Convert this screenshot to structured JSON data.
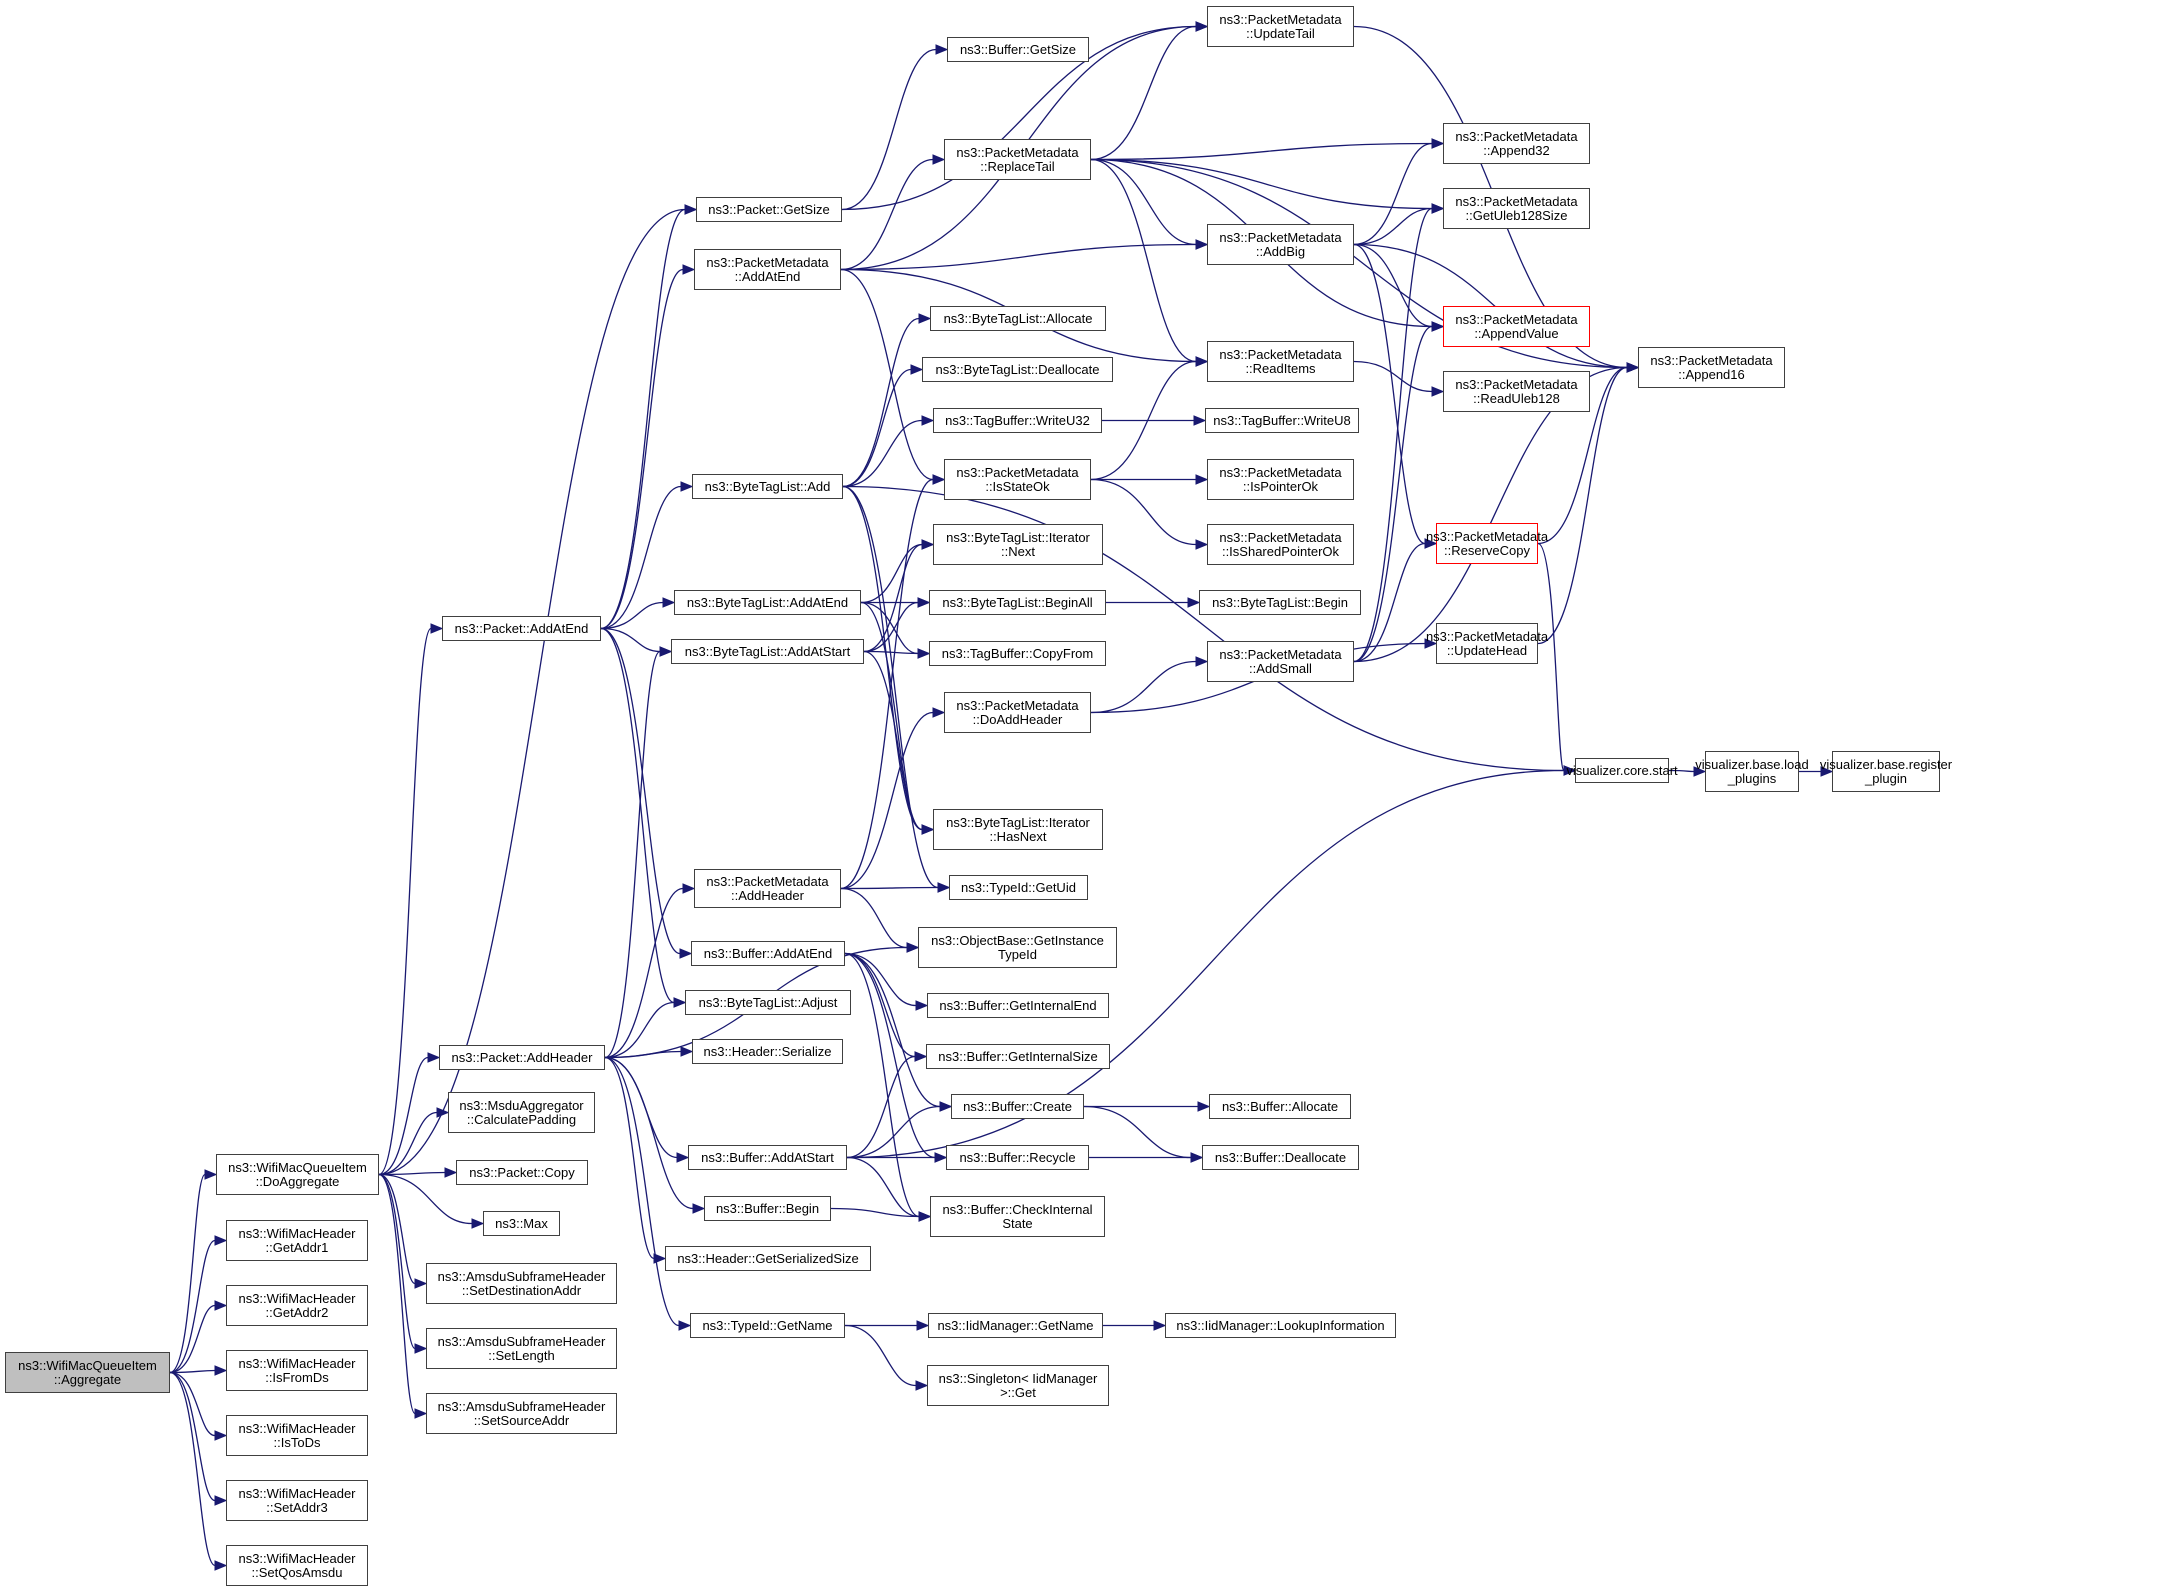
{
  "graph": {
    "title": "Call graph of ns3::WifiMacQueueItem::Aggregate",
    "edge_color": "#191970",
    "root_fill": "#bfbfbf",
    "truncated_border_color": "#ff0000",
    "nodes": [
      {
        "id": "aggregate",
        "label": "ns3::WifiMacQueueItem\n::Aggregate",
        "root": true
      },
      {
        "id": "doAggregate",
        "label": "ns3::WifiMacQueueItem\n::DoAggregate"
      },
      {
        "id": "getAddr1",
        "label": "ns3::WifiMacHeader\n::GetAddr1"
      },
      {
        "id": "getAddr2",
        "label": "ns3::WifiMacHeader\n::GetAddr2"
      },
      {
        "id": "isFromDs",
        "label": "ns3::WifiMacHeader\n::IsFromDs"
      },
      {
        "id": "isToDs",
        "label": "ns3::WifiMacHeader\n::IsToDs"
      },
      {
        "id": "setAddr3",
        "label": "ns3::WifiMacHeader\n::SetAddr3"
      },
      {
        "id": "setQosAmsdu",
        "label": "ns3::WifiMacHeader\n::SetQosAmsdu"
      },
      {
        "id": "pktGetSize",
        "label": "ns3::Packet::GetSize"
      },
      {
        "id": "pmAddAtEnd",
        "label": "ns3::PacketMetadata\n::AddAtEnd"
      },
      {
        "id": "btlAdd",
        "label": "ns3::ByteTagList::Add"
      },
      {
        "id": "pktAddAtEnd",
        "label": "ns3::Packet::AddAtEnd"
      },
      {
        "id": "pktAddHeader",
        "label": "ns3::Packet::AddHeader"
      },
      {
        "id": "calcPadding",
        "label": "ns3::MsduAggregator\n::CalculatePadding"
      },
      {
        "id": "pktCopy",
        "label": "ns3::Packet::Copy"
      },
      {
        "id": "max",
        "label": "ns3::Max"
      },
      {
        "id": "setDest",
        "label": "ns3::AmsduSubframeHeader\n::SetDestinationAddr"
      },
      {
        "id": "setLength",
        "label": "ns3::AmsduSubframeHeader\n::SetLength"
      },
      {
        "id": "setSrc",
        "label": "ns3::AmsduSubframeHeader\n::SetSourceAddr"
      },
      {
        "id": "btlAddAtEnd",
        "label": "ns3::ByteTagList::AddAtEnd"
      },
      {
        "id": "btlAddAtStart",
        "label": "ns3::ByteTagList::AddAtStart"
      },
      {
        "id": "pmAddHeader",
        "label": "ns3::PacketMetadata\n::AddHeader"
      },
      {
        "id": "bufAddAtEnd",
        "label": "ns3::Buffer::AddAtEnd"
      },
      {
        "id": "btlAdjust",
        "label": "ns3::ByteTagList::Adjust"
      },
      {
        "id": "hdrSerialize",
        "label": "ns3::Header::Serialize"
      },
      {
        "id": "bufAddAtStart",
        "label": "ns3::Buffer::AddAtStart"
      },
      {
        "id": "bufBegin",
        "label": "ns3::Buffer::Begin"
      },
      {
        "id": "hdrGetSerSize",
        "label": "ns3::Header::GetSerializedSize"
      },
      {
        "id": "tidGetName",
        "label": "ns3::TypeId::GetName"
      },
      {
        "id": "bufGetSize",
        "label": "ns3::Buffer::GetSize"
      },
      {
        "id": "pmReplaceTail",
        "label": "ns3::PacketMetadata\n::ReplaceTail"
      },
      {
        "id": "btlAllocate",
        "label": "ns3::ByteTagList::Allocate"
      },
      {
        "id": "btlDeallocate",
        "label": "ns3::ByteTagList::Deallocate"
      },
      {
        "id": "tbWriteU32",
        "label": "ns3::TagBuffer::WriteU32"
      },
      {
        "id": "pmIsStateOk",
        "label": "ns3::PacketMetadata\n::IsStateOk"
      },
      {
        "id": "btlItNext",
        "label": "ns3::ByteTagList::Iterator\n::Next"
      },
      {
        "id": "btlBeginAll",
        "label": "ns3::ByteTagList::BeginAll"
      },
      {
        "id": "tbCopyFrom",
        "label": "ns3::TagBuffer::CopyFrom"
      },
      {
        "id": "pmDoAddHeader",
        "label": "ns3::PacketMetadata\n::DoAddHeader"
      },
      {
        "id": "btlItHasNext",
        "label": "ns3::ByteTagList::Iterator\n::HasNext"
      },
      {
        "id": "tidGetUid",
        "label": "ns3::TypeId::GetUid"
      },
      {
        "id": "obGetInstTid",
        "label": "ns3::ObjectBase::GetInstance\nTypeId"
      },
      {
        "id": "bufGetIntEnd",
        "label": "ns3::Buffer::GetInternalEnd"
      },
      {
        "id": "bufGetIntSize",
        "label": "ns3::Buffer::GetInternalSize"
      },
      {
        "id": "bufCreate",
        "label": "ns3::Buffer::Create"
      },
      {
        "id": "bufRecycle",
        "label": "ns3::Buffer::Recycle"
      },
      {
        "id": "bufCheckInt",
        "label": "ns3::Buffer::CheckInternal\nState"
      },
      {
        "id": "iidGetName",
        "label": "ns3::IidManager::GetName"
      },
      {
        "id": "singletonGet",
        "label": "ns3::Singleton< IidManager\n>::Get"
      },
      {
        "id": "pmUpdateTail",
        "label": "ns3::PacketMetadata\n::UpdateTail"
      },
      {
        "id": "pmAddBig",
        "label": "ns3::PacketMetadata\n::AddBig"
      },
      {
        "id": "pmReadItems",
        "label": "ns3::PacketMetadata\n::ReadItems"
      },
      {
        "id": "tbWriteU8",
        "label": "ns3::TagBuffer::WriteU8"
      },
      {
        "id": "pmIsPointerOk",
        "label": "ns3::PacketMetadata\n::IsPointerOk"
      },
      {
        "id": "pmIsSharedPtrOk",
        "label": "ns3::PacketMetadata\n::IsSharedPointerOk"
      },
      {
        "id": "btlBegin",
        "label": "ns3::ByteTagList::Begin"
      },
      {
        "id": "pmAddSmall",
        "label": "ns3::PacketMetadata\n::AddSmall"
      },
      {
        "id": "bufAllocate",
        "label": "ns3::Buffer::Allocate"
      },
      {
        "id": "bufDeallocate",
        "label": "ns3::Buffer::Deallocate"
      },
      {
        "id": "iidLookup",
        "label": "ns3::IidManager::LookupInformation"
      },
      {
        "id": "pmAppend32",
        "label": "ns3::PacketMetadata\n::Append32"
      },
      {
        "id": "pmGetUleb",
        "label": "ns3::PacketMetadata\n::GetUleb128Size"
      },
      {
        "id": "pmAppendValue",
        "label": "ns3::PacketMetadata\n::AppendValue",
        "truncated": true
      },
      {
        "id": "pmReadUleb",
        "label": "ns3::PacketMetadata\n::ReadUleb128"
      },
      {
        "id": "pmReserveCopy",
        "label": "ns3::PacketMetadata\n::ReserveCopy",
        "truncated": true
      },
      {
        "id": "pmUpdateHead",
        "label": "ns3::PacketMetadata\n::UpdateHead"
      },
      {
        "id": "pmAppend16",
        "label": "ns3::PacketMetadata\n::Append16"
      },
      {
        "id": "vizStart",
        "label": "visualizer.core.start"
      },
      {
        "id": "vizLoad",
        "label": "visualizer.base.load\n_plugins"
      },
      {
        "id": "vizRegister",
        "label": "visualizer.base.register\n_plugin"
      }
    ],
    "edges": [
      [
        "aggregate",
        "doAggregate"
      ],
      [
        "aggregate",
        "getAddr1"
      ],
      [
        "aggregate",
        "getAddr2"
      ],
      [
        "aggregate",
        "isFromDs"
      ],
      [
        "aggregate",
        "isToDs"
      ],
      [
        "aggregate",
        "setAddr3"
      ],
      [
        "aggregate",
        "setQosAmsdu"
      ],
      [
        "doAggregate",
        "pktGetSize"
      ],
      [
        "doAggregate",
        "pktAddAtEnd"
      ],
      [
        "doAggregate",
        "pktAddHeader"
      ],
      [
        "doAggregate",
        "calcPadding"
      ],
      [
        "doAggregate",
        "pktCopy"
      ],
      [
        "doAggregate",
        "max"
      ],
      [
        "doAggregate",
        "setDest"
      ],
      [
        "doAggregate",
        "setLength"
      ],
      [
        "doAggregate",
        "setSrc"
      ],
      [
        "pktGetSize",
        "bufGetSize"
      ],
      [
        "pktGetSize",
        "pmUpdateTail"
      ],
      [
        "pktAddAtEnd",
        "pktGetSize"
      ],
      [
        "pktAddAtEnd",
        "pmAddAtEnd"
      ],
      [
        "pktAddAtEnd",
        "btlAdd"
      ],
      [
        "pktAddAtEnd",
        "btlAddAtEnd"
      ],
      [
        "pktAddAtEnd",
        "btlAddAtStart"
      ],
      [
        "pktAddAtEnd",
        "bufAddAtEnd"
      ],
      [
        "pktAddAtEnd",
        "btlAdjust"
      ],
      [
        "pktAddHeader",
        "btlAddAtStart"
      ],
      [
        "pktAddHeader",
        "pmAddHeader"
      ],
      [
        "pktAddHeader",
        "btlAdjust"
      ],
      [
        "pktAddHeader",
        "hdrSerialize"
      ],
      [
        "pktAddHeader",
        "bufAddAtStart"
      ],
      [
        "pktAddHeader",
        "bufBegin"
      ],
      [
        "pktAddHeader",
        "hdrGetSerSize"
      ],
      [
        "pktAddHeader",
        "tidGetName"
      ],
      [
        "pktAddHeader",
        "obGetInstTid"
      ],
      [
        "pmAddAtEnd",
        "pmReplaceTail"
      ],
      [
        "pmAddAtEnd",
        "pmUpdateTail"
      ],
      [
        "pmAddAtEnd",
        "pmAddBig"
      ],
      [
        "pmAddAtEnd",
        "pmReadItems"
      ],
      [
        "pmAddAtEnd",
        "pmIsStateOk"
      ],
      [
        "btlAdd",
        "btlAllocate"
      ],
      [
        "btlAdd",
        "btlDeallocate"
      ],
      [
        "btlAdd",
        "tbWriteU32"
      ],
      [
        "btlAdd",
        "btlItHasNext"
      ],
      [
        "btlAdd",
        "tidGetUid"
      ],
      [
        "btlAdd",
        "vizStart"
      ],
      [
        "btlAddAtEnd",
        "btlItNext"
      ],
      [
        "btlAddAtEnd",
        "btlBeginAll"
      ],
      [
        "btlAddAtEnd",
        "tbCopyFrom"
      ],
      [
        "btlAddAtEnd",
        "btlItHasNext"
      ],
      [
        "btlAddAtStart",
        "btlItNext"
      ],
      [
        "btlAddAtStart",
        "btlBeginAll"
      ],
      [
        "btlAddAtStart",
        "tbCopyFrom"
      ],
      [
        "btlAddAtStart",
        "btlItHasNext"
      ],
      [
        "pmAddHeader",
        "pmIsStateOk"
      ],
      [
        "pmAddHeader",
        "pmDoAddHeader"
      ],
      [
        "pmAddHeader",
        "tidGetUid"
      ],
      [
        "pmAddHeader",
        "obGetInstTid"
      ],
      [
        "bufAddAtEnd",
        "bufGetIntEnd"
      ],
      [
        "bufAddAtEnd",
        "bufGetIntSize"
      ],
      [
        "bufAddAtEnd",
        "bufCreate"
      ],
      [
        "bufAddAtEnd",
        "bufRecycle"
      ],
      [
        "bufAddAtEnd",
        "bufCheckInt"
      ],
      [
        "bufAddAtStart",
        "bufGetIntSize"
      ],
      [
        "bufAddAtStart",
        "bufCreate"
      ],
      [
        "bufAddAtStart",
        "bufRecycle"
      ],
      [
        "bufAddAtStart",
        "bufCheckInt"
      ],
      [
        "bufAddAtStart",
        "vizStart"
      ],
      [
        "bufBegin",
        "bufCheckInt"
      ],
      [
        "tidGetName",
        "iidGetName"
      ],
      [
        "tidGetName",
        "singletonGet"
      ],
      [
        "iidGetName",
        "iidLookup"
      ],
      [
        "bufCreate",
        "bufAllocate"
      ],
      [
        "bufCreate",
        "bufDeallocate"
      ],
      [
        "bufRecycle",
        "bufDeallocate"
      ],
      [
        "pmReplaceTail",
        "pmUpdateTail"
      ],
      [
        "pmReplaceTail",
        "pmAddBig"
      ],
      [
        "pmReplaceTail",
        "pmReadItems"
      ],
      [
        "pmReplaceTail",
        "pmAppend32"
      ],
      [
        "pmReplaceTail",
        "pmGetUleb"
      ],
      [
        "pmReplaceTail",
        "pmAppendValue"
      ],
      [
        "pmReplaceTail",
        "pmAppend16"
      ],
      [
        "tbWriteU32",
        "tbWriteU8"
      ],
      [
        "pmIsStateOk",
        "pmIsPointerOk"
      ],
      [
        "pmIsStateOk",
        "pmIsSharedPtrOk"
      ],
      [
        "pmIsStateOk",
        "pmReadItems"
      ],
      [
        "btlBeginAll",
        "btlBegin"
      ],
      [
        "pmDoAddHeader",
        "pmAddSmall"
      ],
      [
        "pmDoAddHeader",
        "pmUpdateHead"
      ],
      [
        "pmUpdateTail",
        "pmAppend16"
      ],
      [
        "pmAddBig",
        "pmAppend32"
      ],
      [
        "pmAddBig",
        "pmGetUleb"
      ],
      [
        "pmAddBig",
        "pmAppendValue"
      ],
      [
        "pmAddBig",
        "pmAppend16"
      ],
      [
        "pmAddBig",
        "pmReserveCopy"
      ],
      [
        "pmReadItems",
        "pmReadUleb"
      ],
      [
        "pmAddSmall",
        "pmGetUleb"
      ],
      [
        "pmAddSmall",
        "pmAppendValue"
      ],
      [
        "pmAddSmall",
        "pmAppend16"
      ],
      [
        "pmAddSmall",
        "pmReserveCopy"
      ],
      [
        "pmReserveCopy",
        "pmAppend16"
      ],
      [
        "pmReserveCopy",
        "vizStart"
      ],
      [
        "pmUpdateHead",
        "pmAppend16"
      ],
      [
        "vizStart",
        "vizLoad"
      ],
      [
        "vizLoad",
        "vizRegister"
      ]
    ]
  }
}
